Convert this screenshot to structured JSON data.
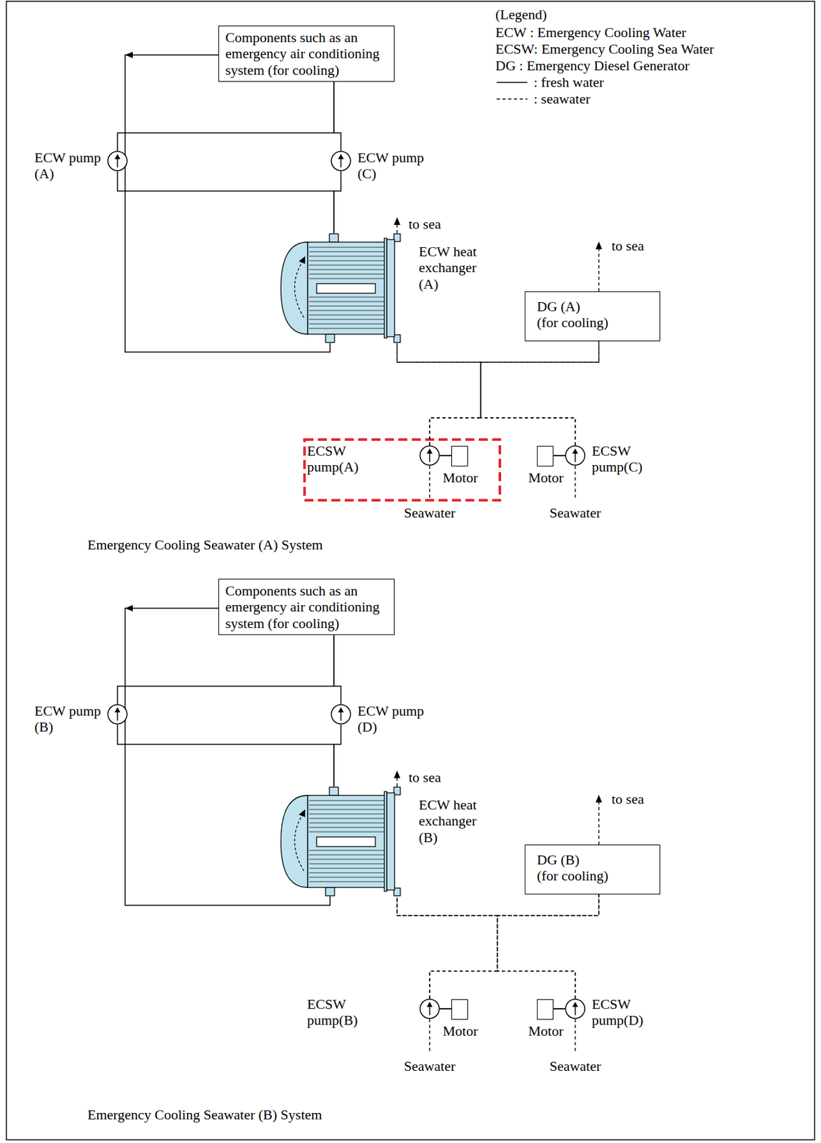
{
  "diagram": {
    "nodes": [
      {
        "text": [
          "Components such as an emergency air conditioning system (for cooling)"
        ]
      },
      {
        "text": [
          "ECW pump (A)"
        ]
      },
      {
        "text": [
          "ECW pump (C)"
        ]
      },
      {
        "text": [
          "ECW heat exchanger (A)"
        ]
      },
      {
        "text": [
          "DG (A)",
          "(for cooling)"
        ]
      },
      {
        "text": [
          "ECSW pump(A)"
        ]
      },
      {
        "text": [
          "Motor"
        ]
      },
      {
        "text": [
          "Motor"
        ]
      },
      {
        "text": [
          "ECSW pump(C)"
        ]
      },
      {
        "text": [
          "Components such as an emergency air conditioning system (for cooling)"
        ]
      },
      {
        "text": [
          "ECW pump (B)"
        ]
      },
      {
        "text": [
          "ECW pump (D)"
        ]
      },
      {
        "text": [
          "ECW heat exchanger (B)"
        ]
      },
      {
        "text": [
          "DG (B)",
          "(for cooling)"
        ]
      },
      {
        "text": [
          "ECSW pump(B)"
        ]
      },
      {
        "text": [
          "Motor"
        ]
      },
      {
        "text": [
          "Motor"
        ]
      },
      {
        "text": [
          "ECSW pump(D)"
        ]
      }
    ],
    "edges": [
      {
        "from": 3,
        "to": 1,
        "arrow": "none"
      },
      {
        "from": 3,
        "to": 2,
        "arrow": "none"
      },
      {
        "from": 1,
        "to": 0,
        "arrow": "none"
      },
      {
        "from": 2,
        "to": 0,
        "arrow": "none"
      },
      {
        "from": 0,
        "to": 3,
        "arrow": "to"
      },
      {
        "from": 5,
        "to": 3,
        "arrow": "none"
      },
      {
        "from": 5,
        "to": 4,
        "arrow": "none"
      },
      {
        "from": 8,
        "to": 3,
        "arrow": "none"
      },
      {
        "from": 8,
        "to": 4,
        "arrow": "none"
      },
      {
        "from": 5,
        "to": 6,
        "arrow": "none"
      },
      {
        "from": 8,
        "to": 7,
        "arrow": "none"
      },
      {
        "from": 12,
        "to": 10,
        "arrow": "none"
      },
      {
        "from": 12,
        "to": 11,
        "arrow": "none"
      },
      {
        "from": 10,
        "to": 9,
        "arrow": "none"
      },
      {
        "from": 11,
        "to": 9,
        "arrow": "none"
      },
      {
        "from": 9,
        "to": 12,
        "arrow": "to"
      },
      {
        "from": 14,
        "to": 12,
        "arrow": "none"
      },
      {
        "from": 14,
        "to": 13,
        "arrow": "none"
      },
      {
        "from": 17,
        "to": 12,
        "arrow": "none"
      },
      {
        "from": 17,
        "to": 13,
        "arrow": "none"
      },
      {
        "from": 14,
        "to": 15,
        "arrow": "none"
      },
      {
        "from": 17,
        "to": 16,
        "arrow": "none"
      }
    ],
    "labels": [
      "(Legend)",
      "to sea",
      "to sea",
      "Seawater",
      "Seawater",
      "Emergency Cooling Seawater (A) System",
      "to sea",
      "to sea",
      "Seawater",
      "Seawater",
      "Emergency Cooling Seawater (B) System"
    ],
    "legend": [
      {
        "text": "ECW : Emergency Cooling Water"
      },
      {
        "text": "ECSW: Emergency Cooling Sea Water"
      },
      {
        "text": "DG : Emergency Diesel Generator"
      },
      {
        "text": ": fresh water"
      },
      {
        "text": ": seawater"
      }
    ]
  }
}
